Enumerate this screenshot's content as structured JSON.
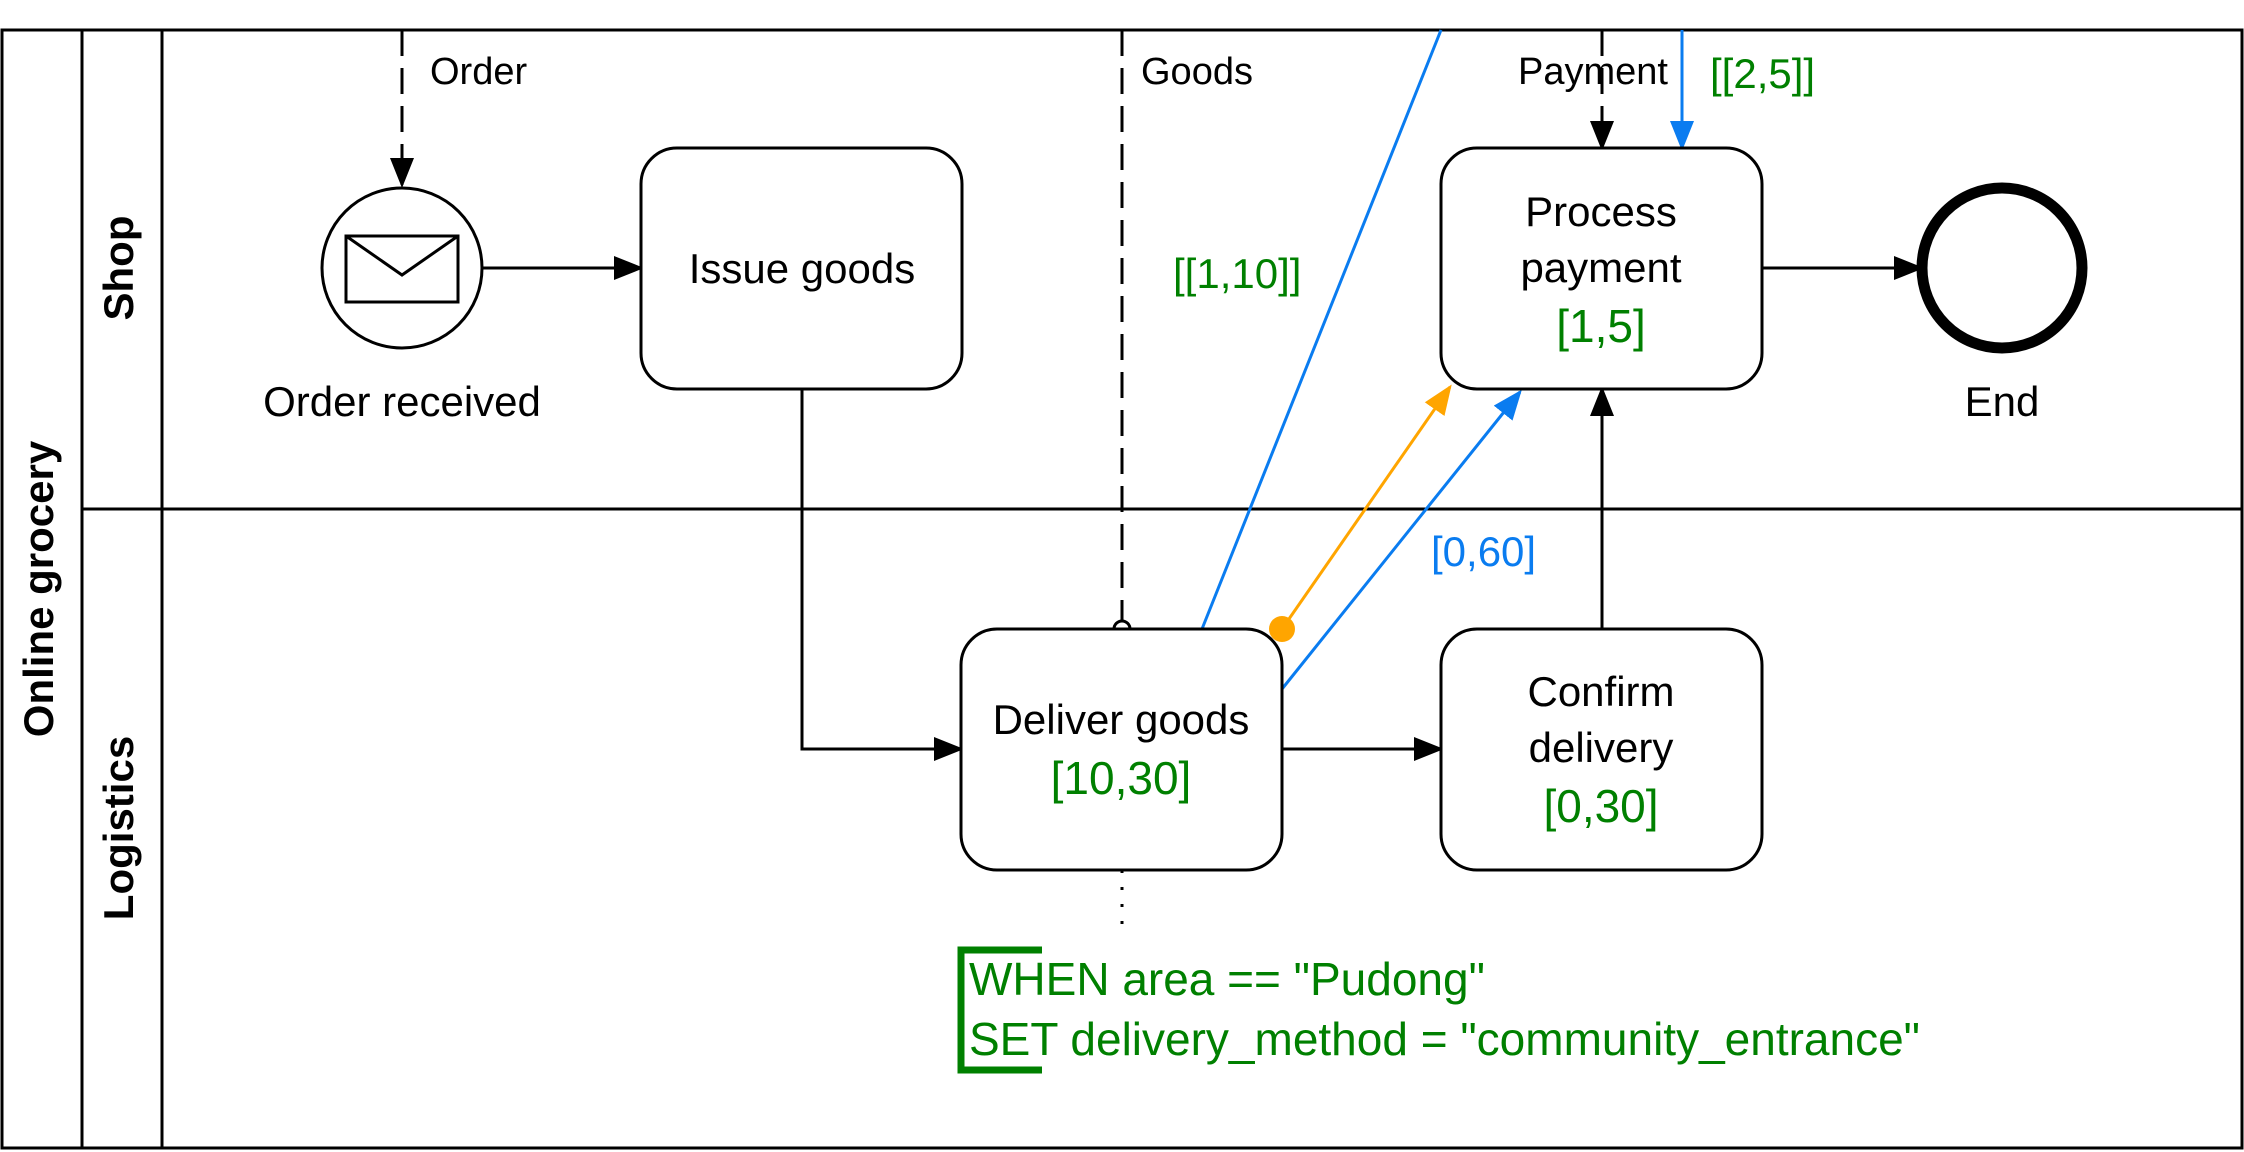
{
  "pool": {
    "title": "Online grocery"
  },
  "lanes": [
    {
      "title": "Shop"
    },
    {
      "title": "Logistics"
    }
  ],
  "events": {
    "start_label": "Order received",
    "end_label": "End"
  },
  "tasks": {
    "issue_goods": {
      "name": "Issue goods"
    },
    "deliver_goods": {
      "name": "Deliver goods",
      "duration": "[10,30]"
    },
    "confirm_delivery": {
      "name_line1": "Confirm",
      "name_line2": "delivery",
      "duration": "[0,30]"
    },
    "process_payment": {
      "name_line1": "Process",
      "name_line2": "payment",
      "duration": "[1,5]"
    }
  },
  "message_flows": {
    "order": "Order",
    "goods": "Goods",
    "payment": "Payment"
  },
  "constraints": {
    "payment_message": "[[2,5]]",
    "goods_message": "[[1,10]]",
    "deliver_to_payment": "[0,60]"
  },
  "annotation": {
    "line1": "WHEN area == \"Pudong\"",
    "line2": "SET delivery_method = \"community_entrance\""
  },
  "colors": {
    "stroke": "#000000",
    "constraint_green": "#008000",
    "flow_blue": "#0a7cf0",
    "flow_orange": "#ffa500"
  }
}
